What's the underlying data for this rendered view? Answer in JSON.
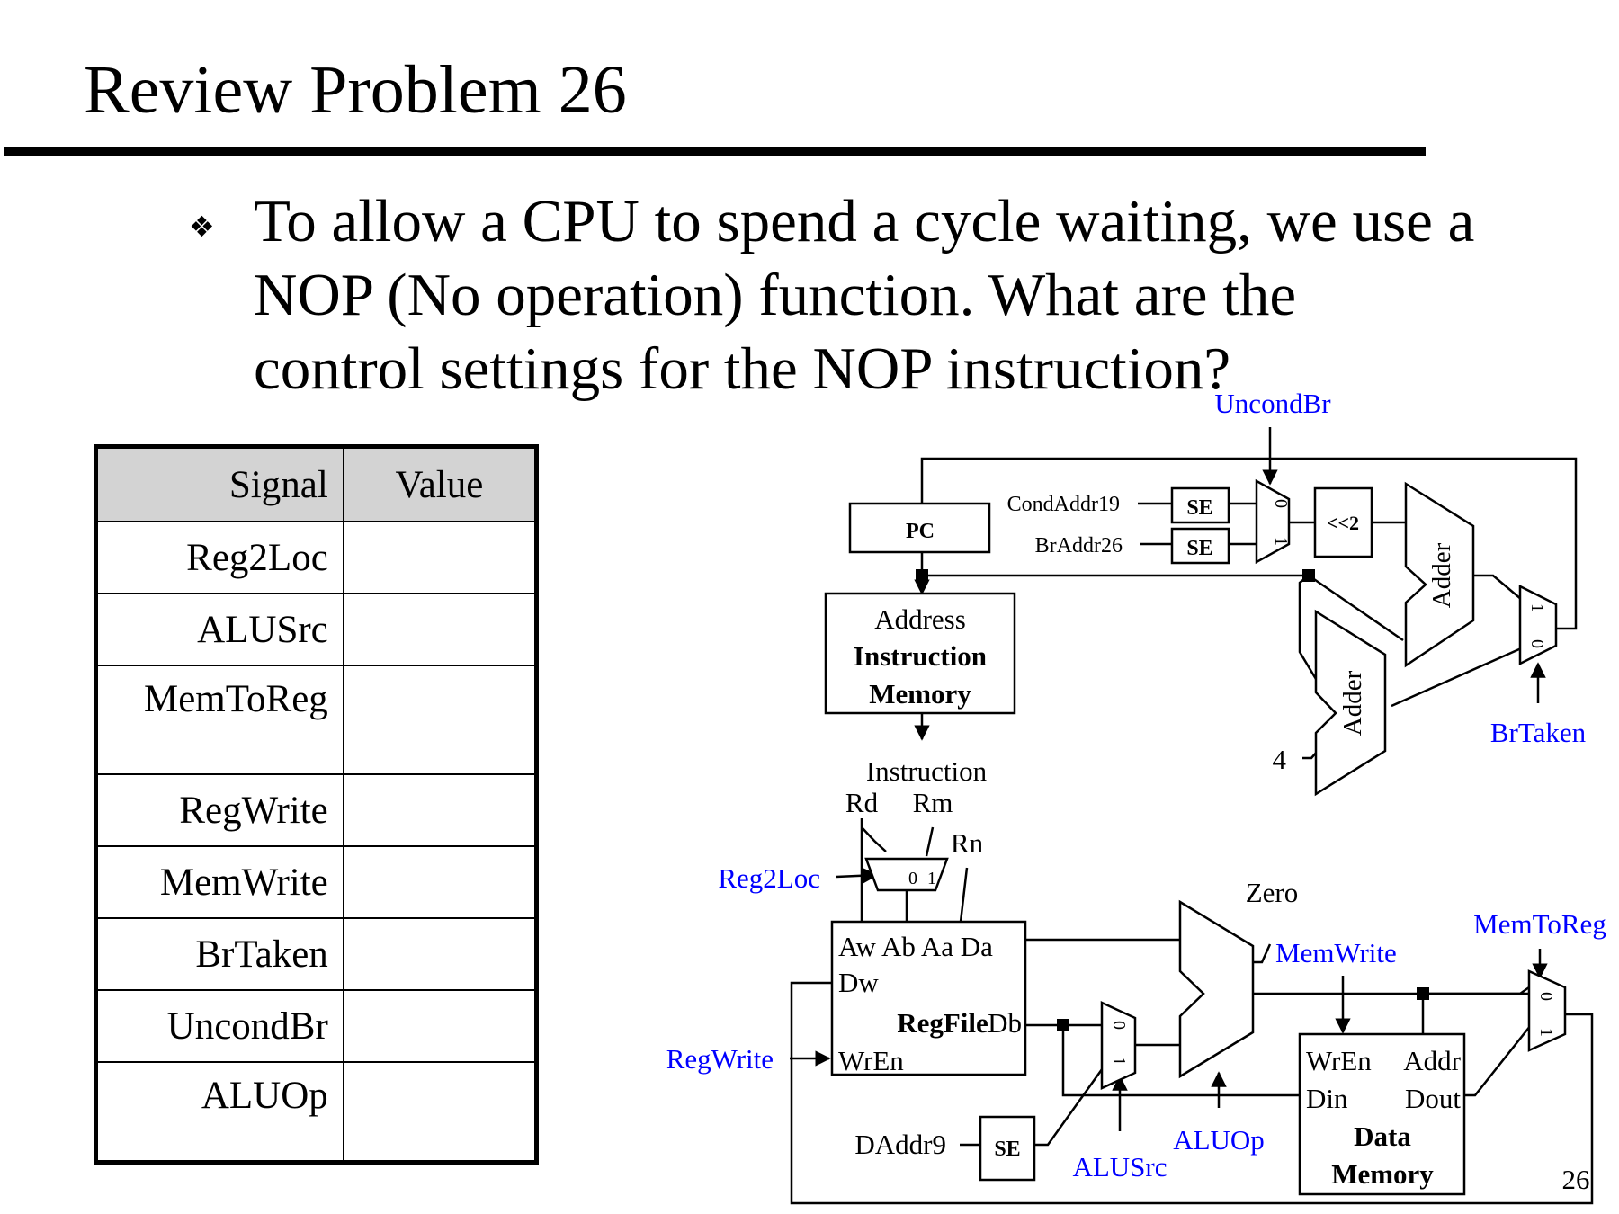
{
  "title": "Review Problem 26",
  "bullet": {
    "icon": "diamond-bullet-icon",
    "lines": [
      "To allow a CPU to spend a cycle waiting, we use a",
      "NOP (No operation) function.  What are the",
      "control settings for the NOP instruction?"
    ]
  },
  "table": {
    "headers": [
      "Signal",
      "Value"
    ],
    "rows": [
      {
        "signal": "Reg2Loc",
        "value": ""
      },
      {
        "signal": "ALUSrc",
        "value": ""
      },
      {
        "signal": "MemToReg",
        "value": ""
      },
      {
        "signal": "RegWrite",
        "value": ""
      },
      {
        "signal": "MemWrite",
        "value": ""
      },
      {
        "signal": "BrTaken",
        "value": ""
      },
      {
        "signal": "UncondBr",
        "value": ""
      },
      {
        "signal": "ALUOp",
        "value": ""
      }
    ]
  },
  "diagram": {
    "control_color": "#0000ff",
    "pc": "PC",
    "cond_addr": "CondAddr19",
    "br_addr": "BrAddr26",
    "se": "SE",
    "shift": "<<2",
    "adder": "Adder",
    "mux_0": "0",
    "mux_1": "1",
    "imem_address": "Address",
    "imem_name_1": "Instruction",
    "imem_name_2": "Memory",
    "instruction": "Instruction",
    "rd": "Rd",
    "rm": "Rm",
    "rn": "Rn",
    "const_4": "4",
    "uncond_br": "UncondBr",
    "br_taken": "BrTaken",
    "reg2loc": "Reg2Loc",
    "regwrite": "RegWrite",
    "alusrc": "ALUSrc",
    "aluop": "ALUOp",
    "memwrite": "MemWrite",
    "memtoreg": "MemToReg",
    "zero": "Zero",
    "rf_top_ports": "Aw Ab  Aa Da",
    "rf_dw": "Dw",
    "rf_name": "RegFile",
    "rf_db": "Db",
    "rf_wren": "WrEn",
    "daddr": "DAddr9",
    "dm_wren": "WrEn",
    "dm_addr": "Addr",
    "dm_din": "Din",
    "dm_dout": "Dout",
    "dm_name_1": "Data",
    "dm_name_2": "Memory"
  },
  "page_number": "26"
}
